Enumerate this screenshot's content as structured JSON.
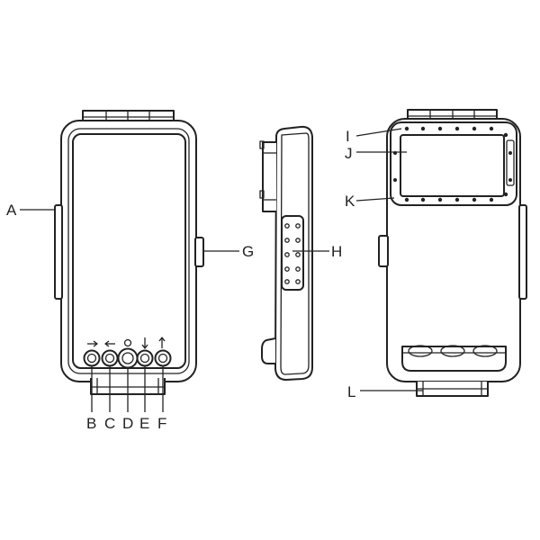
{
  "labels": {
    "A": "A",
    "B": "B",
    "C": "C",
    "D": "D",
    "E": "E",
    "F": "F",
    "G": "G",
    "H": "H",
    "I": "I",
    "J": "J",
    "K": "K",
    "L": "L"
  },
  "icons": {
    "arrow-right-icon": "→",
    "arrow-left-icon": "←",
    "circle-icon": "○",
    "arrow-down-icon": "↓",
    "arrow-up-icon": "↑"
  }
}
